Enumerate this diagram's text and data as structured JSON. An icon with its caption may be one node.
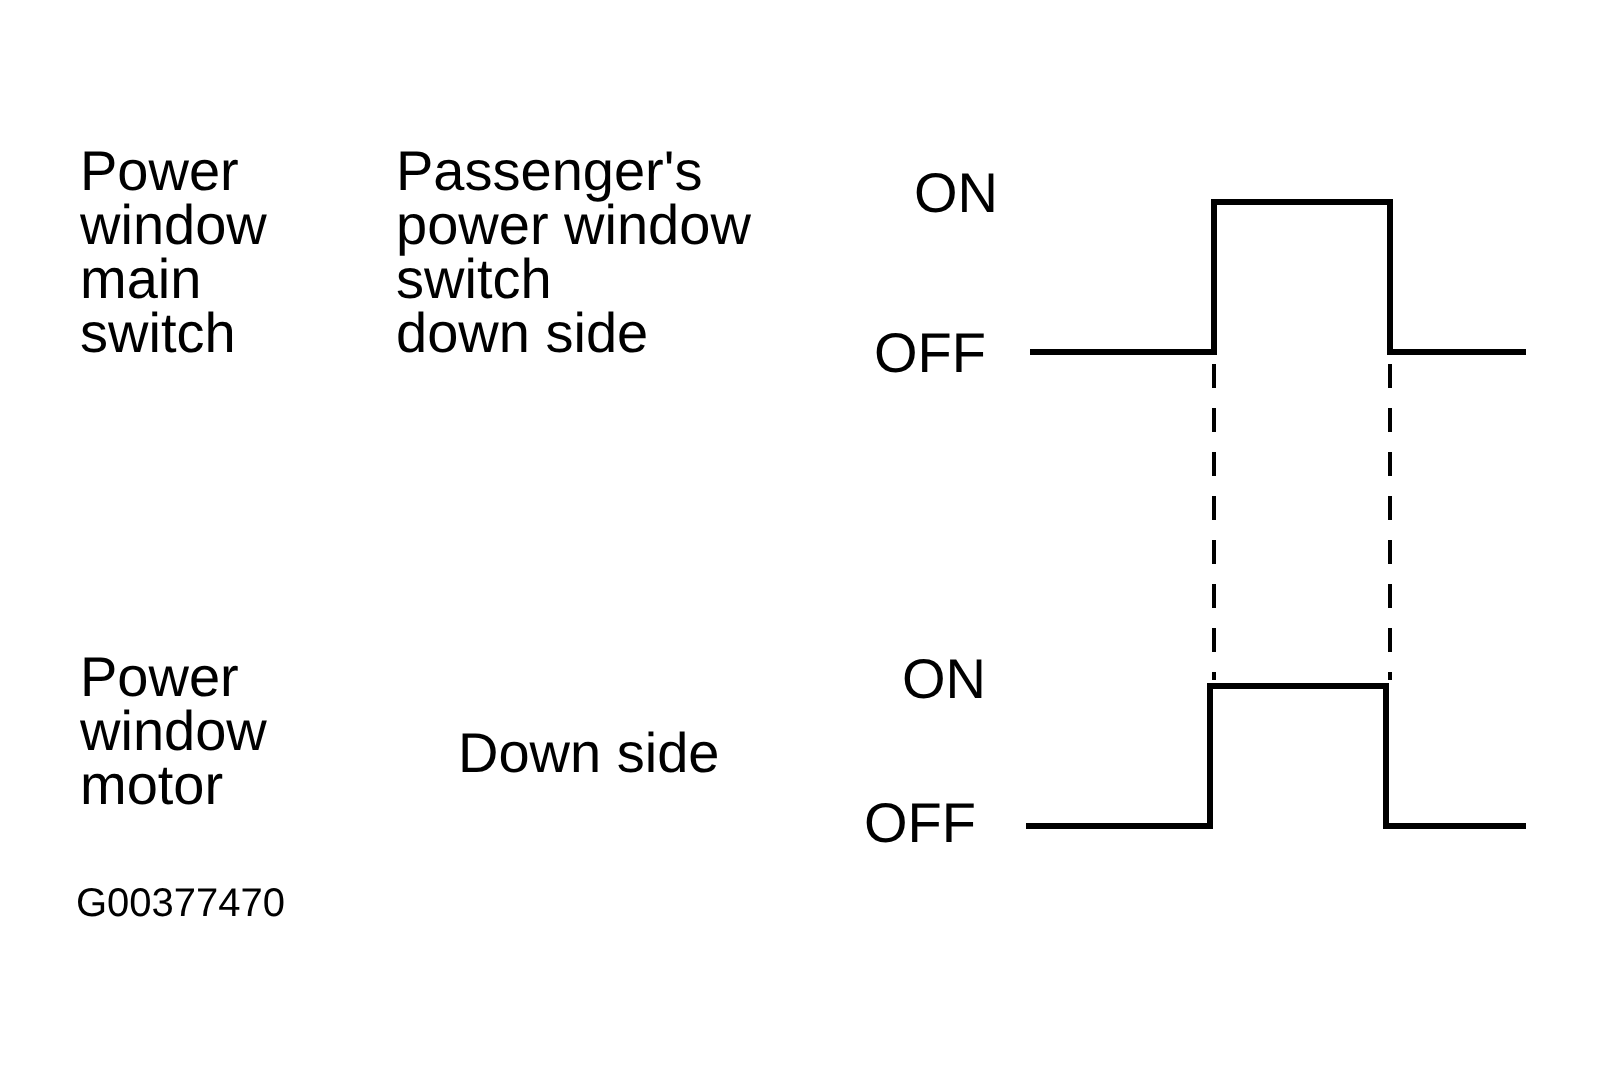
{
  "diagram": {
    "labels": [
      "Power window main switch",
      "Passenger's power window switch down side",
      "ON",
      "OFF",
      "Power window motor",
      "Down side",
      "ON",
      "OFF",
      "G00377470"
    ]
  }
}
